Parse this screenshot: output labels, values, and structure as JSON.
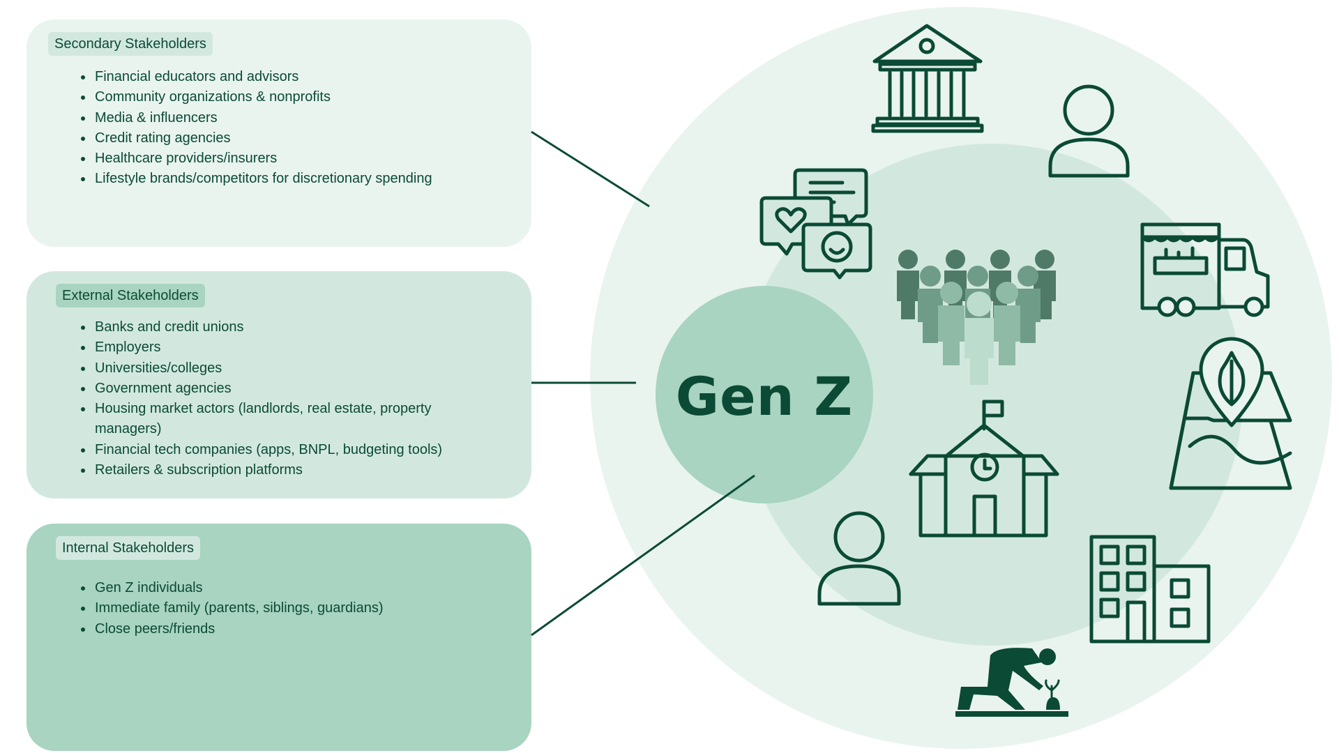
{
  "center": {
    "label": "Gen Z"
  },
  "groups": [
    {
      "id": "secondary",
      "title": "Secondary Stakeholders",
      "items": [
        "Financial educators and advisors",
        "Community organizations & nonprofits",
        "Media & influencers",
        "Credit rating agencies",
        "Healthcare providers/insurers",
        "Lifestyle brands/competitors for discretionary spending"
      ]
    },
    {
      "id": "external",
      "title": "External Stakeholders",
      "items": [
        "Banks and credit unions",
        "Employers",
        "Universities/colleges",
        "Government agencies",
        "Housing market actors (landlords, real estate, property managers)",
        "Financial tech companies (apps, BNPL, budgeting tools)",
        "Retailers & subscription platforms"
      ]
    },
    {
      "id": "internal",
      "title": "Internal Stakeholders",
      "items": [
        "Gen Z individuals",
        "Immediate family (parents, siblings, guardians)",
        "Close peers/friends"
      ]
    }
  ],
  "colors": {
    "dark_green": "#0b4a35",
    "ring_outer": "#e9f4ef",
    "ring_middle": "#d2e8df",
    "ring_inner": "#a8d4c1"
  },
  "icons": [
    "bank-icon",
    "person-icon",
    "food-truck-icon",
    "map-pin-icon",
    "office-building-icon",
    "gardener-icon",
    "person-icon",
    "school-icon",
    "chat-bubbles-icon",
    "crowd-icon"
  ]
}
